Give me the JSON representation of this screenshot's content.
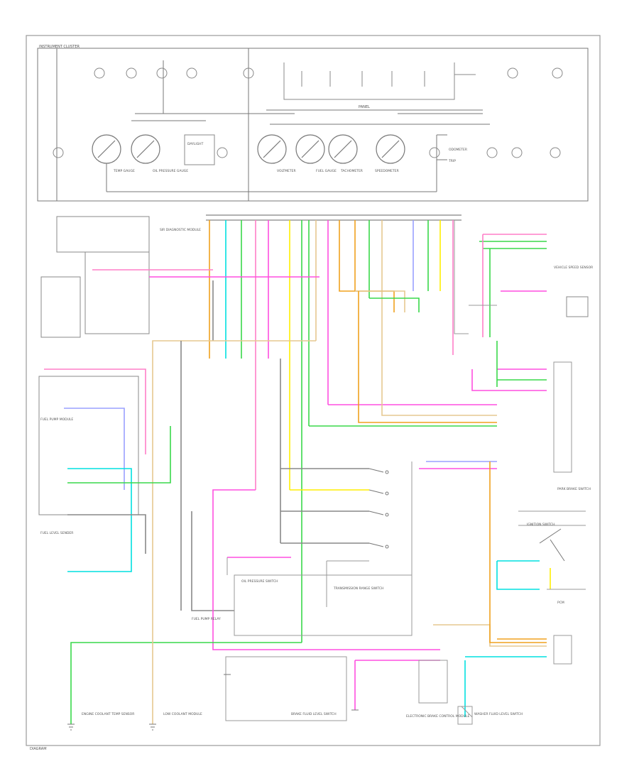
{
  "header": {
    "title": "INSTRUMENT CLUSTER"
  },
  "gauges": [
    {
      "label": "TEMP GAUGE"
    },
    {
      "label": "OIL PRESSURE GAUGE"
    },
    {
      "label": "VOLTMETER"
    },
    {
      "label": "FUEL GAUGE"
    },
    {
      "label": "TACHOMETER"
    },
    {
      "label": "SPEEDOMETER"
    }
  ],
  "labels": {
    "panel": "PANEL",
    "odometer": "ODOMETER",
    "trip": "TRIP",
    "daylight": "DAYLIGHT",
    "fuel_module": "FUEL PUMP MODULE",
    "fuel_sender": "FUEL LEVEL SENDER",
    "fuel_pump_relay": "FUEL PUMP RELAY",
    "oil_pressure_switch": "OIL PRESSURE SWITCH",
    "brake_fluid_switch": "BRAKE FLUID LEVEL SWITCH",
    "vss": "VEHICLE SPEED SENSOR",
    "park_brake": "PARK BRAKE SWITCH",
    "ignition": "IGNITION SWITCH",
    "pcm": "PCM",
    "trans_switch": "TRANSMISSION RANGE SWITCH",
    "sir": "SIR DIAGNOSTIC MODULE",
    "ecm": "ELECTRONIC BRAKE CONTROL MODULE",
    "engine_coolant": "ENGINE COOLANT TEMP SENSOR",
    "low_coolant": "LOW COOLANT MODULE",
    "washer": "WASHER FLUID LEVEL SWITCH",
    "footer": "DIAGRAM"
  },
  "colors": {
    "pink": "#ff7ec8",
    "magenta": "#ff4fe0",
    "green": "#39d84a",
    "cyan": "#00e0e0",
    "yellow": "#ffee00",
    "orange": "#f0a21e",
    "tan": "#e6c890",
    "lightpurple": "#9aa0ff",
    "gray": "#888888",
    "black": "#333333"
  }
}
